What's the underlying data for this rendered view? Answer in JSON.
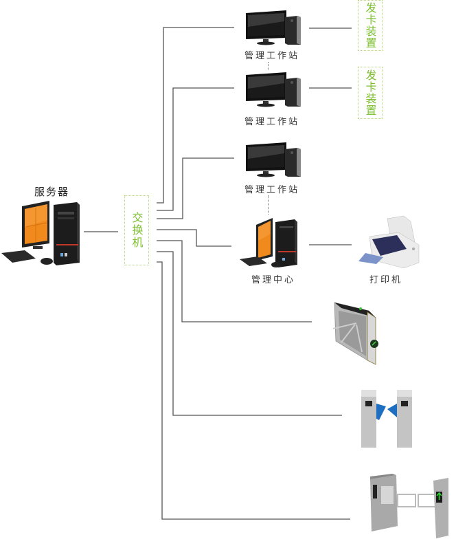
{
  "diagram": {
    "server": {
      "label": "服务器"
    },
    "switch": {
      "label": "交换机"
    },
    "workstations": [
      {
        "label": "管理工作站",
        "card_device": "发卡装置"
      },
      {
        "label": "管理工作站",
        "card_device": "发卡装置"
      },
      {
        "label": "管理工作站"
      }
    ],
    "management_center": {
      "label": "管理中心"
    },
    "printer": {
      "label": "打印机"
    },
    "gates": [
      {
        "type": "tripod-turnstile"
      },
      {
        "type": "flap-barrier"
      },
      {
        "type": "swing-barrier"
      }
    ],
    "colors": {
      "wire": "#555555",
      "accent_green": "#7bbf2e",
      "dotted_border": "#b5d67a",
      "monitor_orange": "#f08a1c"
    }
  }
}
